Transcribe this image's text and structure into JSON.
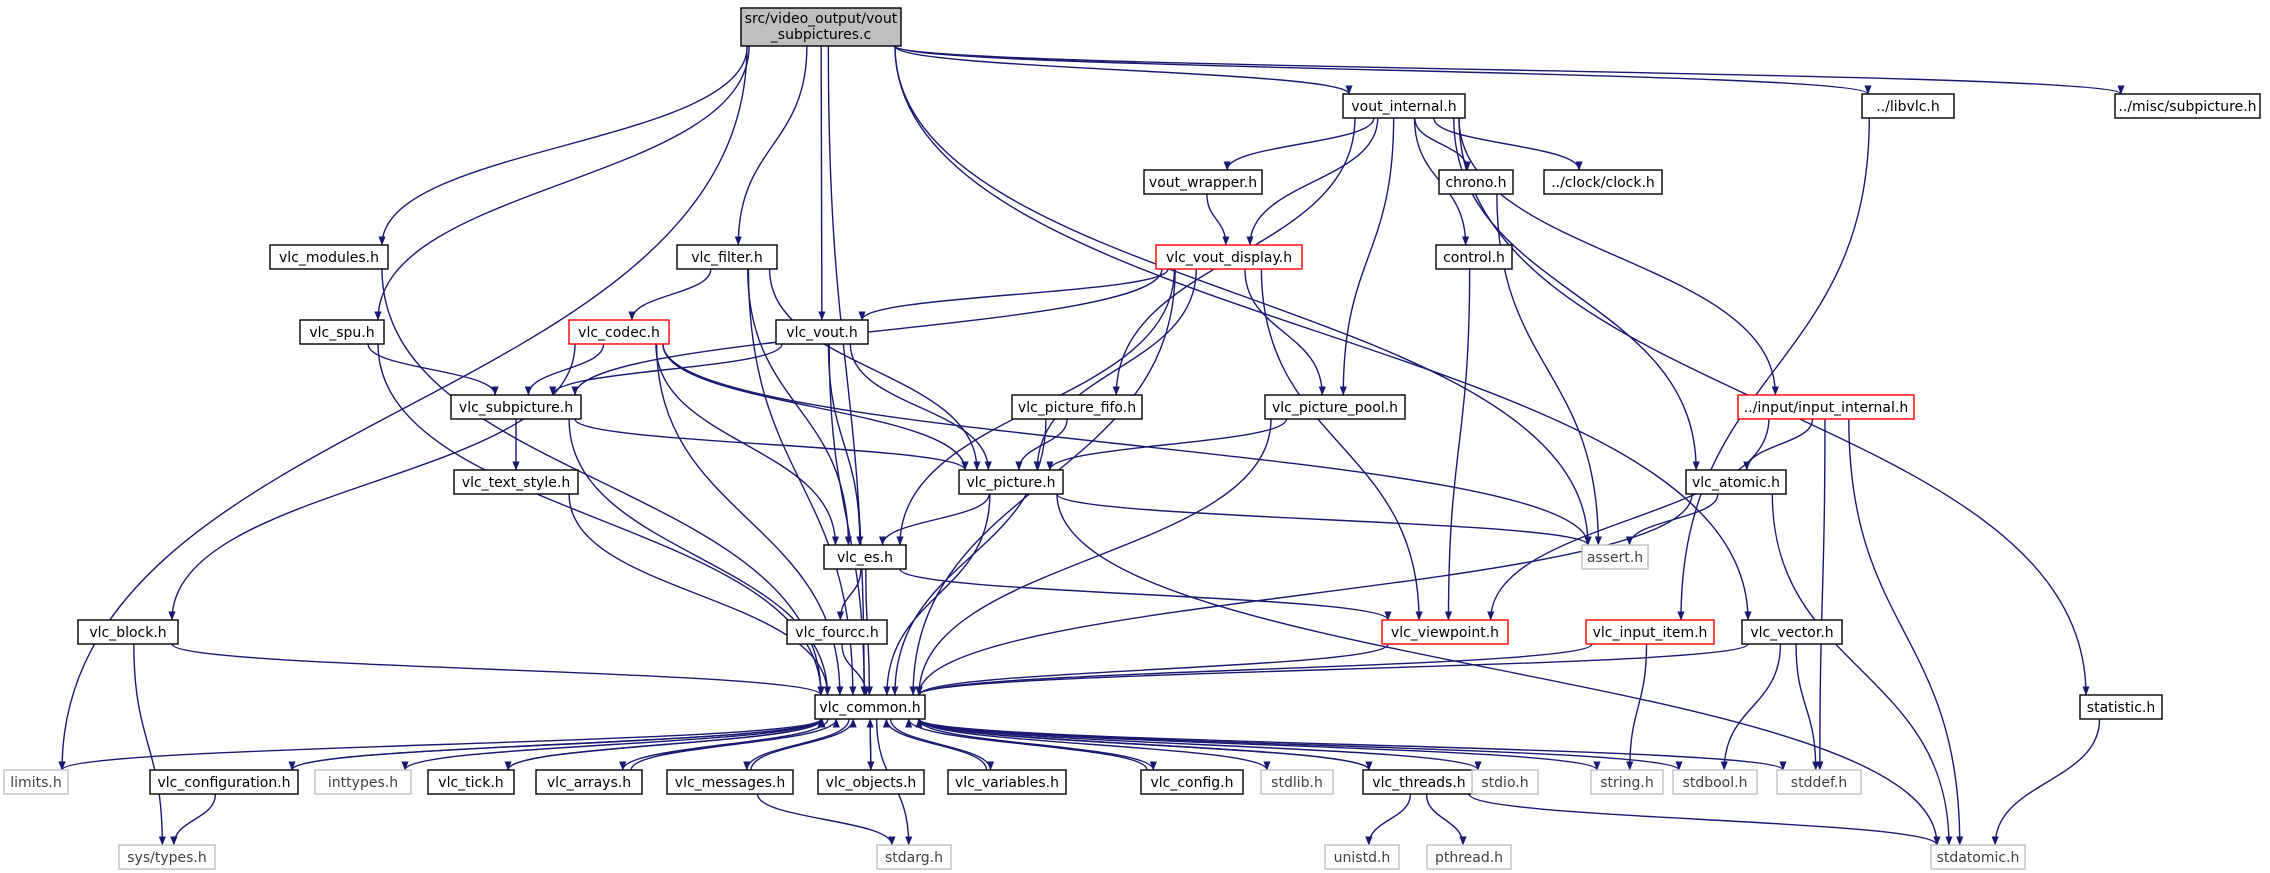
{
  "colors": {
    "edge": "#191970",
    "border_default": "#000000",
    "border_truncated": "#ff0000",
    "border_external": "#bfbfbf",
    "fill_root": "#bfbfbf",
    "fill_default": "#ffffff",
    "text_default": "#000000",
    "text_external": "#404040"
  },
  "nodes": [
    {
      "id": "root",
      "label": [
        "src/video_output/vout",
        "_subpictures.c"
      ],
      "kind": "root"
    },
    {
      "id": "vout_internal",
      "label": "vout_internal.h",
      "kind": "default"
    },
    {
      "id": "libvlc",
      "label": "../libvlc.h",
      "kind": "default"
    },
    {
      "id": "misc_subpicture",
      "label": "../misc/subpicture.h",
      "kind": "default"
    },
    {
      "id": "vout_wrapper",
      "label": "vout_wrapper.h",
      "kind": "default"
    },
    {
      "id": "chrono",
      "label": "chrono.h",
      "kind": "default"
    },
    {
      "id": "clock",
      "label": "../clock/clock.h",
      "kind": "default"
    },
    {
      "id": "vlc_modules",
      "label": "vlc_modules.h",
      "kind": "default"
    },
    {
      "id": "vlc_filter",
      "label": "vlc_filter.h",
      "kind": "default"
    },
    {
      "id": "vlc_vout_display",
      "label": "vlc_vout_display.h",
      "kind": "truncated"
    },
    {
      "id": "control",
      "label": "control.h",
      "kind": "default"
    },
    {
      "id": "vlc_spu",
      "label": "vlc_spu.h",
      "kind": "default"
    },
    {
      "id": "vlc_codec",
      "label": "vlc_codec.h",
      "kind": "truncated"
    },
    {
      "id": "vlc_vout",
      "label": "vlc_vout.h",
      "kind": "default"
    },
    {
      "id": "vlc_picture_fifo",
      "label": "vlc_picture_fifo.h",
      "kind": "default"
    },
    {
      "id": "vlc_picture_pool",
      "label": "vlc_picture_pool.h",
      "kind": "default"
    },
    {
      "id": "input_internal",
      "label": "../input/input_internal.h",
      "kind": "truncated"
    },
    {
      "id": "vlc_subpicture",
      "label": "vlc_subpicture.h",
      "kind": "default"
    },
    {
      "id": "vlc_picture",
      "label": "vlc_picture.h",
      "kind": "default"
    },
    {
      "id": "vlc_atomic",
      "label": "vlc_atomic.h",
      "kind": "default"
    },
    {
      "id": "vlc_text_style",
      "label": "vlc_text_style.h",
      "kind": "default"
    },
    {
      "id": "vlc_es",
      "label": "vlc_es.h",
      "kind": "default"
    },
    {
      "id": "assert",
      "label": "assert.h",
      "kind": "external"
    },
    {
      "id": "vlc_block",
      "label": "vlc_block.h",
      "kind": "default"
    },
    {
      "id": "vlc_fourcc",
      "label": "vlc_fourcc.h",
      "kind": "default"
    },
    {
      "id": "vlc_viewpoint",
      "label": "vlc_viewpoint.h",
      "kind": "truncated"
    },
    {
      "id": "vlc_input_item",
      "label": "vlc_input_item.h",
      "kind": "truncated"
    },
    {
      "id": "vlc_vector",
      "label": "vlc_vector.h",
      "kind": "default"
    },
    {
      "id": "statistic",
      "label": "statistic.h",
      "kind": "default"
    },
    {
      "id": "vlc_common",
      "label": "vlc_common.h",
      "kind": "default"
    },
    {
      "id": "limits",
      "label": "limits.h",
      "kind": "external"
    },
    {
      "id": "vlc_configuration",
      "label": "vlc_configuration.h",
      "kind": "default"
    },
    {
      "id": "inttypes",
      "label": "inttypes.h",
      "kind": "external"
    },
    {
      "id": "vlc_tick",
      "label": "vlc_tick.h",
      "kind": "default"
    },
    {
      "id": "vlc_arrays",
      "label": "vlc_arrays.h",
      "kind": "default"
    },
    {
      "id": "vlc_messages",
      "label": "vlc_messages.h",
      "kind": "default"
    },
    {
      "id": "vlc_objects",
      "label": "vlc_objects.h",
      "kind": "default"
    },
    {
      "id": "vlc_variables",
      "label": "vlc_variables.h",
      "kind": "default"
    },
    {
      "id": "vlc_config",
      "label": "vlc_config.h",
      "kind": "default"
    },
    {
      "id": "stdlib",
      "label": "stdlib.h",
      "kind": "external"
    },
    {
      "id": "vlc_threads",
      "label": "vlc_threads.h",
      "kind": "default"
    },
    {
      "id": "stdio",
      "label": "stdio.h",
      "kind": "external"
    },
    {
      "id": "string",
      "label": "string.h",
      "kind": "external"
    },
    {
      "id": "stdbool",
      "label": "stdbool.h",
      "kind": "external"
    },
    {
      "id": "stddef",
      "label": "stddef.h",
      "kind": "external"
    },
    {
      "id": "sys_types",
      "label": "sys/types.h",
      "kind": "external"
    },
    {
      "id": "stdarg",
      "label": "stdarg.h",
      "kind": "external"
    },
    {
      "id": "unistd",
      "label": "unistd.h",
      "kind": "external"
    },
    {
      "id": "pthread",
      "label": "pthread.h",
      "kind": "external"
    },
    {
      "id": "stdatomic",
      "label": "stdatomic.h",
      "kind": "external"
    }
  ],
  "edges": [
    [
      "root",
      "vout_internal"
    ],
    [
      "root",
      "libvlc"
    ],
    [
      "root",
      "misc_subpicture"
    ],
    [
      "root",
      "vlc_modules"
    ],
    [
      "root",
      "vlc_filter"
    ],
    [
      "root",
      "vlc_spu"
    ],
    [
      "root",
      "vlc_vout"
    ],
    [
      "root",
      "assert"
    ],
    [
      "root",
      "vlc_vector"
    ],
    [
      "root",
      "vlc_common"
    ],
    [
      "root",
      "limits"
    ],
    [
      "vout_internal",
      "vout_wrapper"
    ],
    [
      "vout_internal",
      "chrono"
    ],
    [
      "vout_internal",
      "clock"
    ],
    [
      "vout_internal",
      "vlc_vout_display"
    ],
    [
      "vout_internal",
      "control"
    ],
    [
      "vout_internal",
      "vlc_picture_fifo"
    ],
    [
      "vout_internal",
      "vlc_picture_pool"
    ],
    [
      "vout_internal",
      "input_internal"
    ],
    [
      "vout_internal",
      "vlc_atomic"
    ],
    [
      "vout_internal",
      "statistic"
    ],
    [
      "libvlc",
      "vlc_input_item"
    ],
    [
      "vout_wrapper",
      "vlc_vout_display"
    ],
    [
      "chrono",
      "assert"
    ],
    [
      "control",
      "vlc_viewpoint"
    ],
    [
      "vlc_modules",
      "vlc_common"
    ],
    [
      "vlc_filter",
      "vlc_codec"
    ],
    [
      "vlc_filter",
      "vlc_picture"
    ],
    [
      "vlc_filter",
      "vlc_es"
    ],
    [
      "vlc_filter",
      "vlc_common"
    ],
    [
      "vlc_vout_display",
      "vlc_vout"
    ],
    [
      "vlc_vout_display",
      "vlc_subpicture"
    ],
    [
      "vlc_vout_display",
      "vlc_picture"
    ],
    [
      "vlc_vout_display",
      "vlc_picture_pool"
    ],
    [
      "vlc_vout_display",
      "vlc_es"
    ],
    [
      "vlc_vout_display",
      "vlc_viewpoint"
    ],
    [
      "vlc_vout_display",
      "vlc_common"
    ],
    [
      "vlc_spu",
      "vlc_subpicture"
    ],
    [
      "vlc_spu",
      "vlc_common"
    ],
    [
      "vlc_codec",
      "vlc_subpicture"
    ],
    [
      "vlc_codec",
      "vlc_block"
    ],
    [
      "vlc_codec",
      "vlc_es"
    ],
    [
      "vlc_codec",
      "vlc_picture"
    ],
    [
      "vlc_codec",
      "assert"
    ],
    [
      "vlc_codec",
      "vlc_common"
    ],
    [
      "vlc_vout",
      "vlc_subpicture"
    ],
    [
      "vlc_vout",
      "vlc_picture"
    ],
    [
      "vlc_vout",
      "vlc_es"
    ],
    [
      "vlc_vout",
      "vlc_common"
    ],
    [
      "vlc_picture_fifo",
      "vlc_picture"
    ],
    [
      "vlc_picture_fifo",
      "vlc_common"
    ],
    [
      "vlc_picture_pool",
      "vlc_picture"
    ],
    [
      "vlc_picture_pool",
      "vlc_common"
    ],
    [
      "input_internal",
      "vlc_atomic"
    ],
    [
      "input_internal",
      "vlc_viewpoint"
    ],
    [
      "input_internal",
      "stddef"
    ],
    [
      "input_internal",
      "stdatomic"
    ],
    [
      "vlc_subpicture",
      "vlc_text_style"
    ],
    [
      "vlc_subpicture",
      "vlc_picture"
    ],
    [
      "vlc_subpicture",
      "vlc_common"
    ],
    [
      "vlc_picture",
      "vlc_es"
    ],
    [
      "vlc_picture",
      "assert"
    ],
    [
      "vlc_picture",
      "stdatomic"
    ],
    [
      "vlc_picture",
      "vlc_common"
    ],
    [
      "vlc_atomic",
      "assert"
    ],
    [
      "vlc_atomic",
      "vlc_common"
    ],
    [
      "vlc_atomic",
      "stdatomic"
    ],
    [
      "vlc_text_style",
      "vlc_common"
    ],
    [
      "vlc_es",
      "vlc_fourcc"
    ],
    [
      "vlc_es",
      "vlc_viewpoint"
    ],
    [
      "vlc_es",
      "vlc_common"
    ],
    [
      "vlc_block",
      "vlc_common"
    ],
    [
      "vlc_block",
      "sys_types"
    ],
    [
      "vlc_fourcc",
      "vlc_common"
    ],
    [
      "vlc_viewpoint",
      "vlc_common"
    ],
    [
      "vlc_input_item",
      "vlc_common"
    ],
    [
      "vlc_input_item",
      "string"
    ],
    [
      "vlc_vector",
      "vlc_common"
    ],
    [
      "vlc_vector",
      "stdbool"
    ],
    [
      "vlc_vector",
      "stddef"
    ],
    [
      "statistic",
      "stdatomic"
    ],
    [
      "vlc_common",
      "limits"
    ],
    [
      "vlc_common",
      "vlc_configuration"
    ],
    [
      "vlc_common",
      "inttypes"
    ],
    [
      "vlc_common",
      "vlc_tick"
    ],
    [
      "vlc_common",
      "vlc_arrays"
    ],
    [
      "vlc_common",
      "vlc_messages"
    ],
    [
      "vlc_common",
      "vlc_objects"
    ],
    [
      "vlc_common",
      "vlc_variables"
    ],
    [
      "vlc_common",
      "vlc_config"
    ],
    [
      "vlc_common",
      "stdlib"
    ],
    [
      "vlc_common",
      "vlc_threads"
    ],
    [
      "vlc_common",
      "stdio"
    ],
    [
      "vlc_common",
      "string"
    ],
    [
      "vlc_common",
      "stdbool"
    ],
    [
      "vlc_common",
      "stddef"
    ],
    [
      "vlc_common",
      "stdarg"
    ],
    [
      "vlc_configuration",
      "vlc_common"
    ],
    [
      "vlc_configuration",
      "sys_types"
    ],
    [
      "vlc_tick",
      "vlc_common"
    ],
    [
      "vlc_arrays",
      "vlc_common"
    ],
    [
      "vlc_messages",
      "vlc_common"
    ],
    [
      "vlc_messages",
      "stdarg"
    ],
    [
      "vlc_objects",
      "vlc_common"
    ],
    [
      "vlc_variables",
      "vlc_common"
    ],
    [
      "vlc_config",
      "vlc_common"
    ],
    [
      "vlc_threads",
      "vlc_common"
    ],
    [
      "vlc_threads",
      "unistd"
    ],
    [
      "vlc_threads",
      "pthread"
    ],
    [
      "vlc_threads",
      "stdatomic"
    ]
  ]
}
